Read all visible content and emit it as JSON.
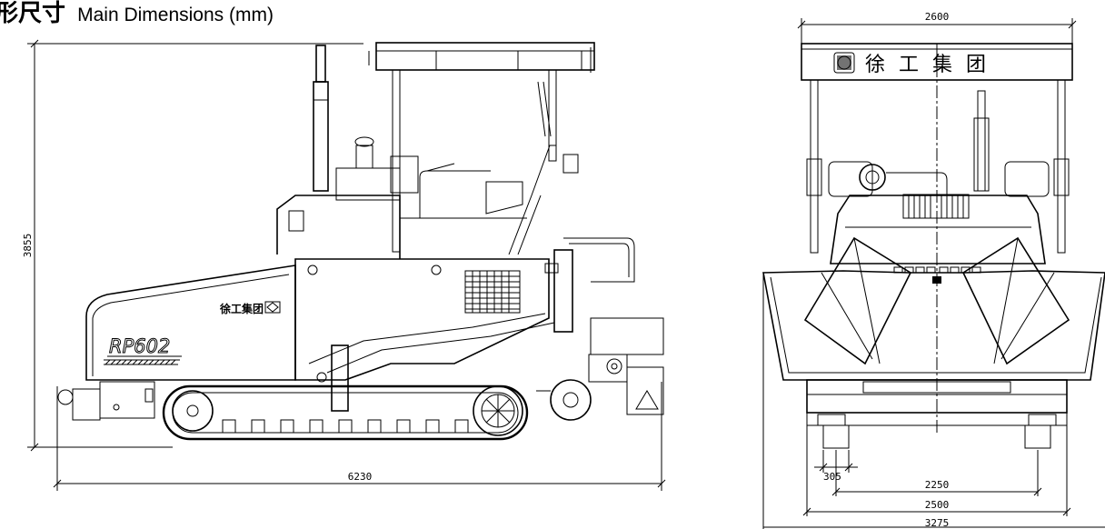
{
  "title": {
    "cn": "形尺寸",
    "en": "Main Dimensions (mm)"
  },
  "side_view": {
    "height_dim": "3855",
    "length_dim": "6230",
    "body_label": "徐工集团",
    "model_label": "RP602"
  },
  "front_view": {
    "canopy_label": "徐 工 集 团",
    "width_top_dim": "2600",
    "track_dim": "305",
    "width_2250": "2250",
    "width_2500": "2500",
    "width_3275": "3275"
  }
}
